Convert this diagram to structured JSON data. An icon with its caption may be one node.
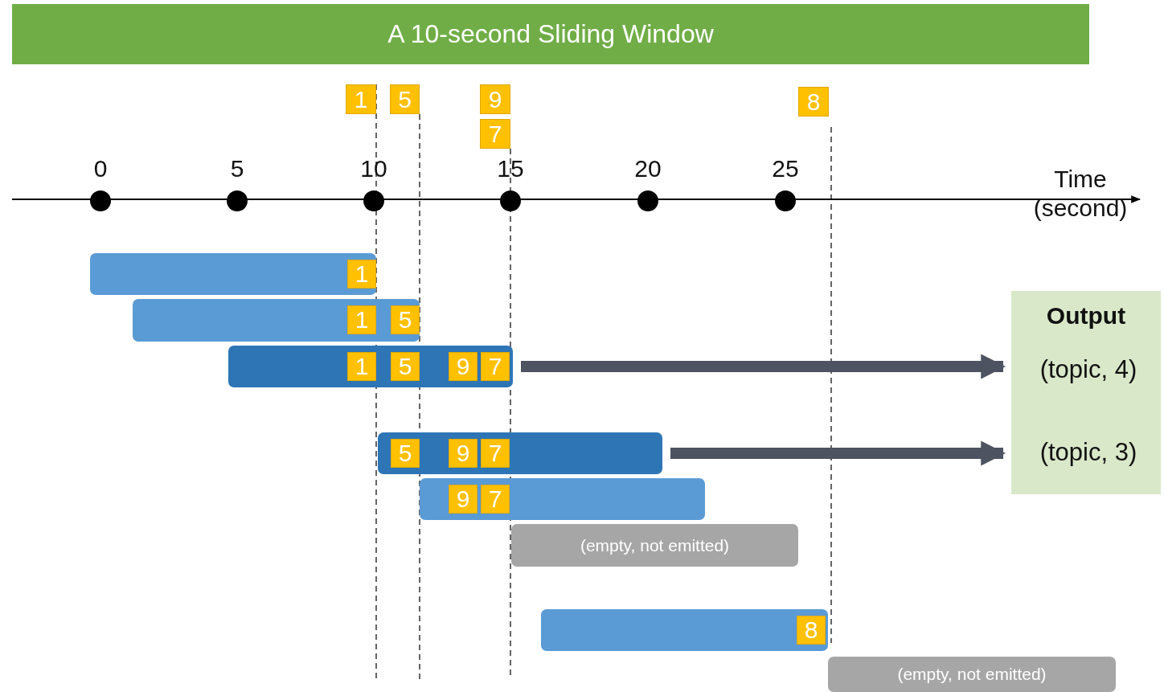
{
  "diagram": {
    "title": "A 10-second Sliding Window",
    "nodes": [
      {
        "text": [
          "1"
        ]
      },
      {
        "text": [
          "5"
        ]
      },
      {
        "text": [
          "9"
        ]
      },
      {
        "text": [
          "7"
        ]
      },
      {
        "text": [
          "8"
        ]
      },
      {
        "text": [],
        "shape": "bar"
      },
      {
        "text": [
          "1"
        ],
        "in": 5
      },
      {
        "text": [],
        "shape": "bar"
      },
      {
        "text": [
          "1"
        ],
        "in": 7
      },
      {
        "text": [
          "5"
        ],
        "in": 7
      },
      {
        "text": [],
        "shape": "bar"
      },
      {
        "text": [
          "1"
        ],
        "in": 10
      },
      {
        "text": [
          "5"
        ],
        "in": 10
      },
      {
        "text": [
          "9"
        ],
        "in": 10
      },
      {
        "text": [
          "7"
        ],
        "in": 10
      },
      {
        "text": [],
        "shape": "bar"
      },
      {
        "text": [
          "5"
        ],
        "in": 15
      },
      {
        "text": [
          "9"
        ],
        "in": 15
      },
      {
        "text": [
          "7"
        ],
        "in": 15
      },
      {
        "text": [],
        "shape": "bar"
      },
      {
        "text": [
          "9"
        ],
        "in": 19
      },
      {
        "text": [
          "7"
        ],
        "in": 19
      },
      {
        "text": [
          "(empty, not emitted)"
        ]
      },
      {
        "text": [],
        "shape": "bar"
      },
      {
        "text": [
          "8"
        ],
        "in": 23
      },
      {
        "text": [
          "(empty, not emitted)"
        ]
      },
      {
        "text": [
          "Output"
        ]
      },
      {
        "text": [
          "(topic, 4)"
        ],
        "in": 26
      },
      {
        "text": [
          "(topic, 3)"
        ],
        "in": 26
      }
    ],
    "edges": [
      {
        "from": 10,
        "to": 27,
        "arrow": "to"
      },
      {
        "from": 15,
        "to": 28,
        "arrow": "to"
      }
    ],
    "labels": [
      "0",
      "5",
      "10",
      "15",
      "20",
      "25",
      "Time (second)"
    ]
  }
}
